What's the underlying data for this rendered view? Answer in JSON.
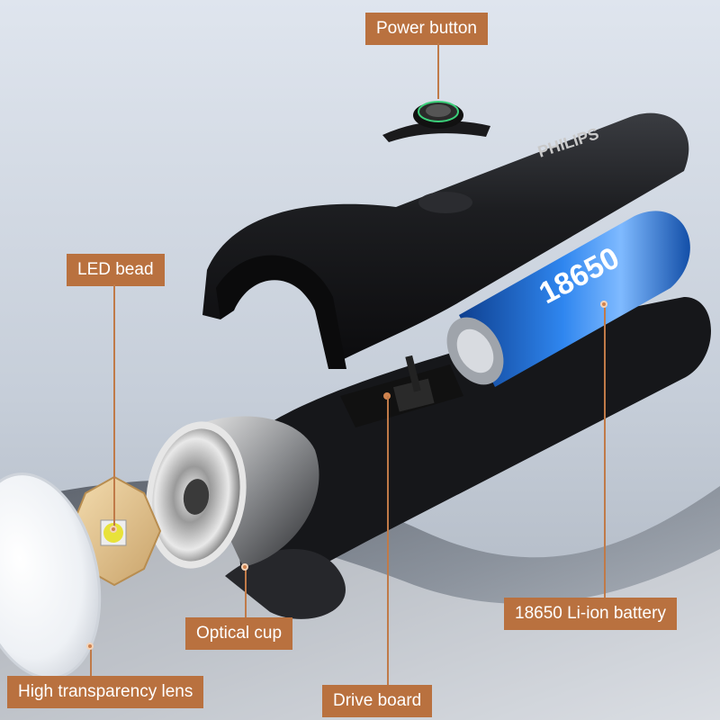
{
  "product": {
    "brand_text": "PHILIPS",
    "battery_text": "18650"
  },
  "callouts": {
    "power_button": "Power button",
    "led_bead": "LED bead",
    "optical_cup": "Optical cup",
    "lens": "High transparency lens",
    "drive_board": "Drive board",
    "battery": "18650 Li-ion battery"
  },
  "colors": {
    "label_bg": "#b9713f",
    "label_text": "#ffffff",
    "battery_blue": "#1f6fd6",
    "body_black": "#1b1c1f"
  }
}
